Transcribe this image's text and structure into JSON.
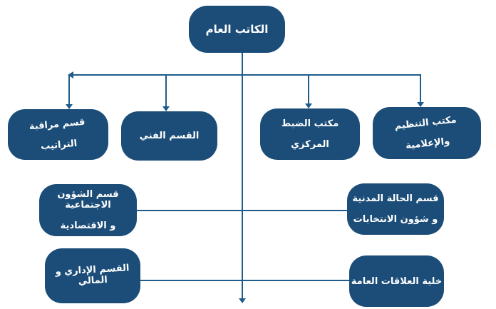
{
  "chart": {
    "title": "organigramme",
    "root": {
      "lines": [
        "الكاتب العام"
      ]
    },
    "row2": [
      {
        "id": "regulations-monitoring",
        "lines": [
          "قسم مراقبة",
          "التراتيب"
        ]
      },
      {
        "id": "technical-department",
        "lines": [
          "القسم الفني"
        ]
      },
      {
        "id": "central-registry-office",
        "lines": [
          "مكتب الضبط",
          "المركزي"
        ]
      },
      {
        "id": "organization-informatics",
        "lines": [
          "مكتب التنظيم",
          "والإعلامية"
        ]
      }
    ],
    "row3": [
      {
        "id": "social-economic-affairs",
        "lines": [
          "قسم الشؤون الاجتماعية",
          "و الاقتصادية"
        ]
      },
      {
        "id": "civil-status-elections",
        "lines": [
          "قسم الحالة المدنية",
          "و شؤون الانتخابات"
        ]
      }
    ],
    "row4": [
      {
        "id": "admin-financial-department",
        "lines": [
          "القسم الإداري و",
          "المالي"
        ]
      },
      {
        "id": "public-relations-cell",
        "lines": [
          "خلية العلاقات العامة"
        ]
      }
    ]
  },
  "colors": {
    "box": "#1B4D78",
    "line": "#1F5C8B",
    "text": "#FFFFFF",
    "bg": "#FFFFFF"
  }
}
